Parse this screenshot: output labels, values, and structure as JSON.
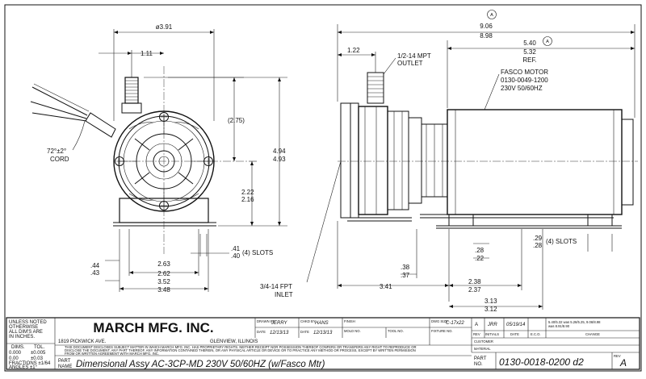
{
  "drawing": {
    "circle_mark": "A",
    "front_view": {
      "dia_outer": "ø3.91",
      "dim_1_11": "1.11",
      "dim_2_75": "(2.75)",
      "dim_4_94": "4.94",
      "dim_4_93": "4.93",
      "dim_2_22": "2.22",
      "dim_2_16": "2.16",
      "slot_41": ".41",
      "slot_40": ".40",
      "slots_label": "(4) SLOTS",
      "dim_44": ".44",
      "dim_43": ".43",
      "dim_2_63": "2.63",
      "dim_2_62": "2.62",
      "dim_3_52": "3.52",
      "dim_3_48": "3.48",
      "cord_angle": "72°±2°",
      "cord_label": "CORD"
    },
    "side_view": {
      "dim_9_06": "9.06",
      "dim_8_98": "8.98",
      "dim_5_40": "5.40",
      "dim_5_32": "5.32",
      "ref": "REF.",
      "dim_1_22": "1.22",
      "outlet_1": "1/2-14 MPT",
      "outlet_2": "OUTLET",
      "motor_1": "FASCO MOTOR",
      "motor_2": "0130-0049-1200",
      "motor_3": "230V 50/60HZ",
      "dim_28": ".28",
      "dim_22": ".22",
      "dim_29": ".29",
      "dim_28b": ".28",
      "slots_label": "(4) SLOTS",
      "inlet_1": "3/4-14 FPT",
      "inlet_2": "INLET",
      "dim_38": ".38",
      "dim_37": ".37",
      "dim_3_41": "3.41",
      "dim_2_38": "2.38",
      "dim_2_37": "2.37",
      "dim_3_13": "3.13",
      "dim_3_12": "3.12"
    }
  },
  "title_block": {
    "tol_1": "UNLESS NOTED",
    "tol_2": "OTHERWISE",
    "tol_3": "ALL DIM'S ARE",
    "tol_4": "IN INCHES.",
    "dims_hdr": "DIMS.",
    "tol_hdr": "TOL.",
    "tol_r1a": "0.000",
    "tol_r1b": "±0.005",
    "tol_r2a": "0.00",
    "tol_r2b": "±0.03",
    "tol_r3": "FRACTIONS ±1/64",
    "tol_r4": "ANGLES  ±1°",
    "company": "MARCH MFG. INC.",
    "address": "1819 PICKWICK AVE.",
    "city": "GLENVIEW, ILLINOIS",
    "legal_1": "THIS DOCUMENT DISCLOSES SUBJECT MATTER IN WHICH MARCH MFG. INC. HAS PROPRIETARY RIGHTS. NEITHER RECEIPT NOR POSSESSION THEREOF CONFERS OR TRANSFERS ANY RIGHT TO REPRODUCE OR",
    "legal_2": "DISCLOSE THE DOCUMENT, ANY PART THEREOF, ANY INFORMATION CONTAINED THEREIN, OR ANY PHYSICAL ARTICLE OR DEVICE OR TO PRACTICE ANY METHOD OR PROCESS, EXCEPT BY WRITTEN PERMISSION",
    "legal_3": "FROM OR WRITTEN AGREEMENT WITH MARCH MFG. INC.",
    "part_name_lbl_1": "PART",
    "part_name_lbl_2": "NAME",
    "part_name": "Dimensional Assy AC-3CP-MD 230V 50/60HZ (w/Fasco Mtr)",
    "drawn_by_lbl": "DRAWN BY",
    "drawn_by": "JERRY",
    "chkd_by_lbl": "CHKD BY",
    "chkd_by": "HANS",
    "finish_lbl": "FINISH",
    "date_lbl": "DATE",
    "date_drawn": "12/13/13",
    "date_chkd": "12/13/13",
    "mold_lbl": "MOLD NO.",
    "tool_lbl": "TOOL NO.",
    "dwg_size_lbl": "DWG SIZE",
    "dwg_size": "C-17x22",
    "fixture_lbl": "FIXTURE NO.",
    "rev_row_rev": "A",
    "rev_row_initials": "JRR",
    "rev_row_date": "05/19/14",
    "rev_row_change_1": "5.40/5.32 was 5.26/5.25, 9.06/8.98",
    "rev_row_change_2": "was 8.91/8.90",
    "rev_hdr": "REV",
    "initials_hdr": "INITIALS",
    "date_hdr": "DATE",
    "eco_hdr": "E.C.O.",
    "change_hdr": "CHANGE",
    "customer_lbl": "CUSTOMER",
    "material_lbl": "MATERIAL",
    "part_no_lbl_1": "PART",
    "part_no_lbl_2": "NO.",
    "part_no": "0130-0018-0200 d2",
    "rev_lbl": "REV",
    "rev": "A"
  }
}
